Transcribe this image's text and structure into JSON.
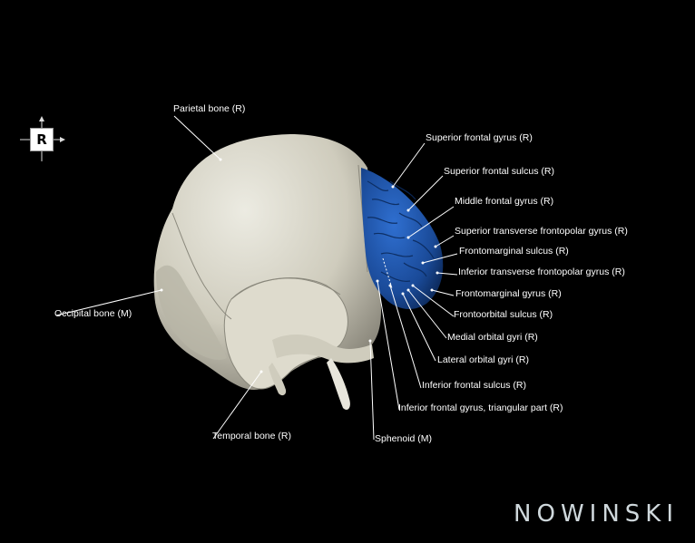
{
  "orientation": {
    "label": "R"
  },
  "brand": {
    "name": "NOWINSKI"
  },
  "labels": {
    "parietal": "Parietal bone (R)",
    "occipital": "Occipital bone (M)",
    "temporal": "Temporal bone (R)",
    "sphenoid": "Sphenoid (M)",
    "sup_frontal_gyrus": "Superior frontal gyrus (R)",
    "sup_frontal_sulcus": "Superior frontal sulcus (R)",
    "middle_frontal_gyrus": "Middle frontal gyrus (R)",
    "sup_transverse_frontopolar": "Superior transverse frontopolar gyrus (R)",
    "frontomarginal_sulcus": "Frontomarginal sulcus (R)",
    "inf_transverse_frontopolar": "Inferior transverse frontopolar gyrus (R)",
    "frontomarginal_gyrus": "Frontomarginal gyrus (R)",
    "frontoorbital_sulcus": "Frontoorbital sulcus (R)",
    "medial_orbital_gyri": "Medial orbital gyri (R)",
    "lateral_orbital_gyri": "Lateral orbital gyri (R)",
    "inf_frontal_sulcus": "Inferior frontal sulcus (R)",
    "inf_frontal_triangular": "Inferior frontal gyrus, triangular part (R)"
  },
  "colors": {
    "bone": "#d9d6c8",
    "brain": "#1e4f99",
    "background": "#000000",
    "text": "#ffffff"
  }
}
